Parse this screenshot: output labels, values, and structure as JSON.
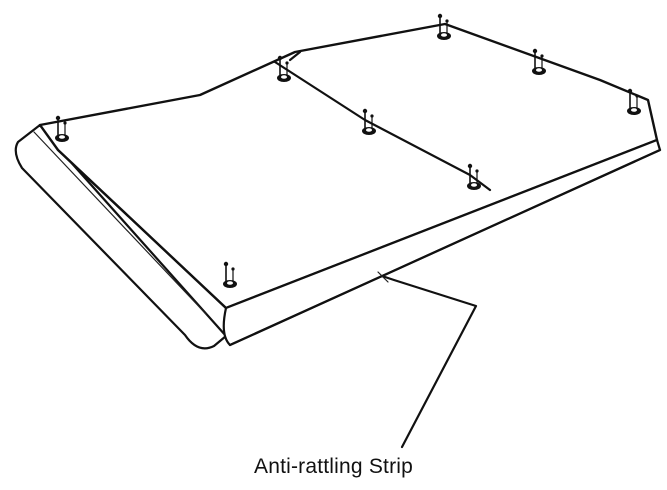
{
  "callout": {
    "label": "Anti-rattling Strip"
  },
  "fasteners": [
    {
      "id": "f1"
    },
    {
      "id": "f2"
    },
    {
      "id": "f3"
    },
    {
      "id": "f4"
    },
    {
      "id": "f5"
    },
    {
      "id": "f6"
    },
    {
      "id": "f7"
    },
    {
      "id": "f8"
    }
  ]
}
